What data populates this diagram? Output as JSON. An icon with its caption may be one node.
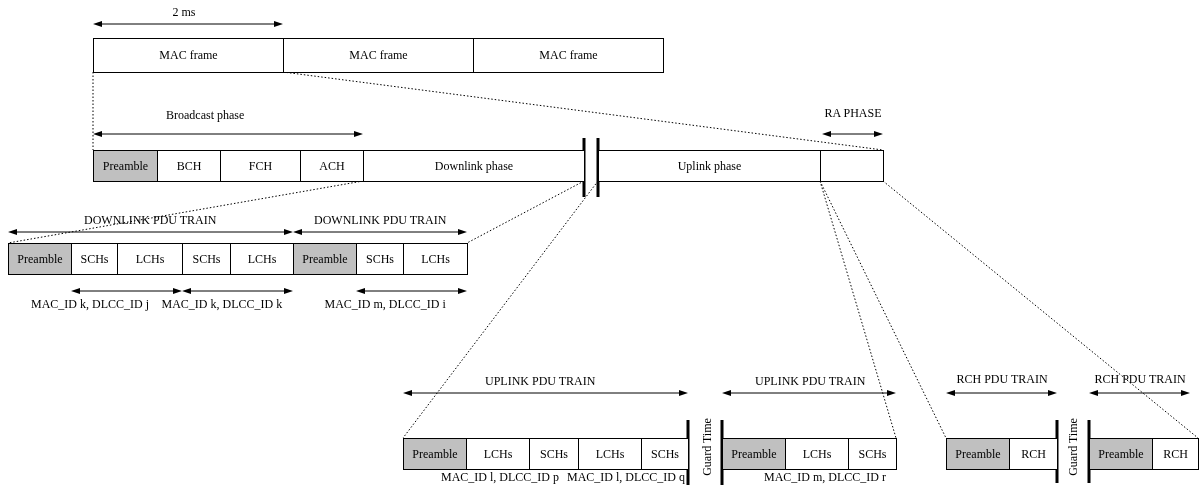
{
  "diagram": {
    "nodes": [
      {
        "text": [
          "MAC frame"
        ]
      },
      {
        "text": [
          "MAC frame"
        ]
      },
      {
        "text": [
          "MAC frame"
        ]
      },
      {
        "text": [
          "Preamble"
        ]
      },
      {
        "text": [
          "BCH"
        ]
      },
      {
        "text": [
          "FCH"
        ]
      },
      {
        "text": [
          "ACH"
        ]
      },
      {
        "text": [
          "Downlink phase"
        ]
      },
      {
        "text": [
          "Uplink phase"
        ]
      },
      {
        "text": [],
        "shape": "box"
      },
      {
        "text": [
          "Preamble"
        ]
      },
      {
        "text": [
          "SCHs"
        ]
      },
      {
        "text": [
          "LCHs"
        ]
      },
      {
        "text": [
          "SCHs"
        ]
      },
      {
        "text": [
          "LCHs"
        ]
      },
      {
        "text": [
          "Preamble"
        ]
      },
      {
        "text": [
          "SCHs"
        ]
      },
      {
        "text": [
          "LCHs"
        ]
      },
      {
        "text": [
          "Preamble"
        ]
      },
      {
        "text": [
          "LCHs"
        ]
      },
      {
        "text": [
          "SCHs"
        ]
      },
      {
        "text": [
          "LCHs"
        ]
      },
      {
        "text": [
          "SCHs"
        ]
      },
      {
        "text": [
          "Preamble"
        ]
      },
      {
        "text": [
          "LCHs"
        ]
      },
      {
        "text": [
          "SCHs"
        ]
      },
      {
        "text": [
          "Preamble"
        ]
      },
      {
        "text": [
          "RCH"
        ]
      },
      {
        "text": [
          "Preamble"
        ]
      },
      {
        "text": [
          "RCH"
        ]
      }
    ],
    "edges": [
      {
        "from": 0,
        "to": 3,
        "arrow": "none"
      },
      {
        "from": 0,
        "to": 9,
        "arrow": "none"
      },
      {
        "from": 6,
        "to": 10,
        "arrow": "none"
      },
      {
        "from": 7,
        "to": 17,
        "arrow": "none"
      },
      {
        "from": 8,
        "to": 18,
        "arrow": "none"
      },
      {
        "from": 9,
        "to": 25,
        "arrow": "none"
      },
      {
        "from": 9,
        "to": 26,
        "arrow": "none"
      },
      {
        "from": 9,
        "to": 29,
        "arrow": "none"
      }
    ],
    "labels": [
      "2 ms",
      "Broadcast phase",
      "RA PHASE",
      "DOWNLINK PDU TRAIN",
      "DOWNLINK PDU TRAIN",
      "MAC_ID k, DLCC_ID j",
      "MAC_ID k, DLCC_ID k",
      "MAC_ID m, DLCC_ID i",
      "UPLINK PDU TRAIN",
      "Guard Time",
      "UPLINK PDU TRAIN",
      "RCH PDU TRAIN",
      "Guard Time",
      "RCH PDU TRAIN",
      "MAC_ID l, DLCC_ID p",
      "MAC_ID l, DLCC_ID q",
      "MAC_ID m, DLCC_ID r"
    ]
  }
}
